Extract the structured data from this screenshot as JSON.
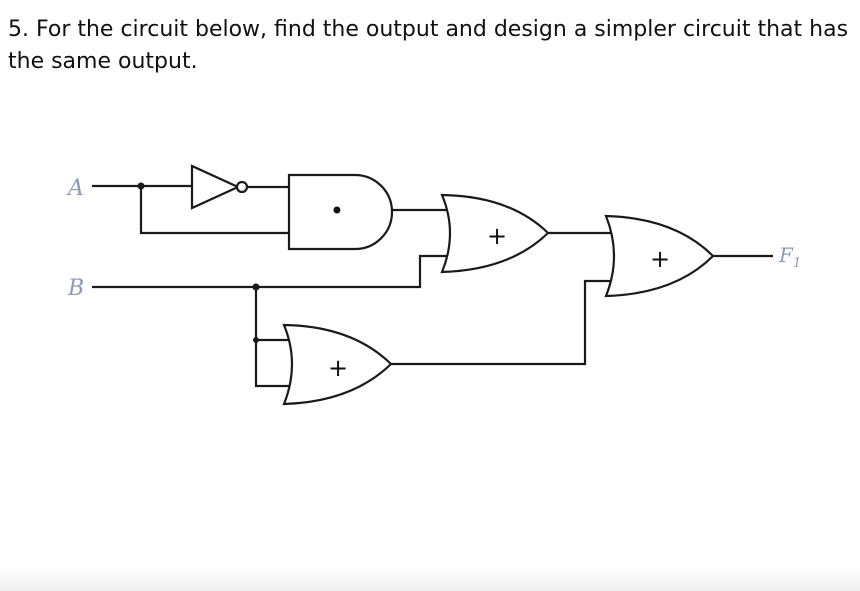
{
  "question": {
    "text": "5. For the circuit below, find the output and design a simpler circuit that has the same output."
  },
  "circuit": {
    "inputs": [
      {
        "label": "A"
      },
      {
        "label": "B"
      }
    ],
    "output": {
      "label": "F",
      "subscript": "1"
    },
    "gates": {
      "and_symbol": "•",
      "or_symbol": "+"
    },
    "colors": {
      "input_label": "#8a9bb5",
      "wire": "#1a1a1a"
    }
  }
}
